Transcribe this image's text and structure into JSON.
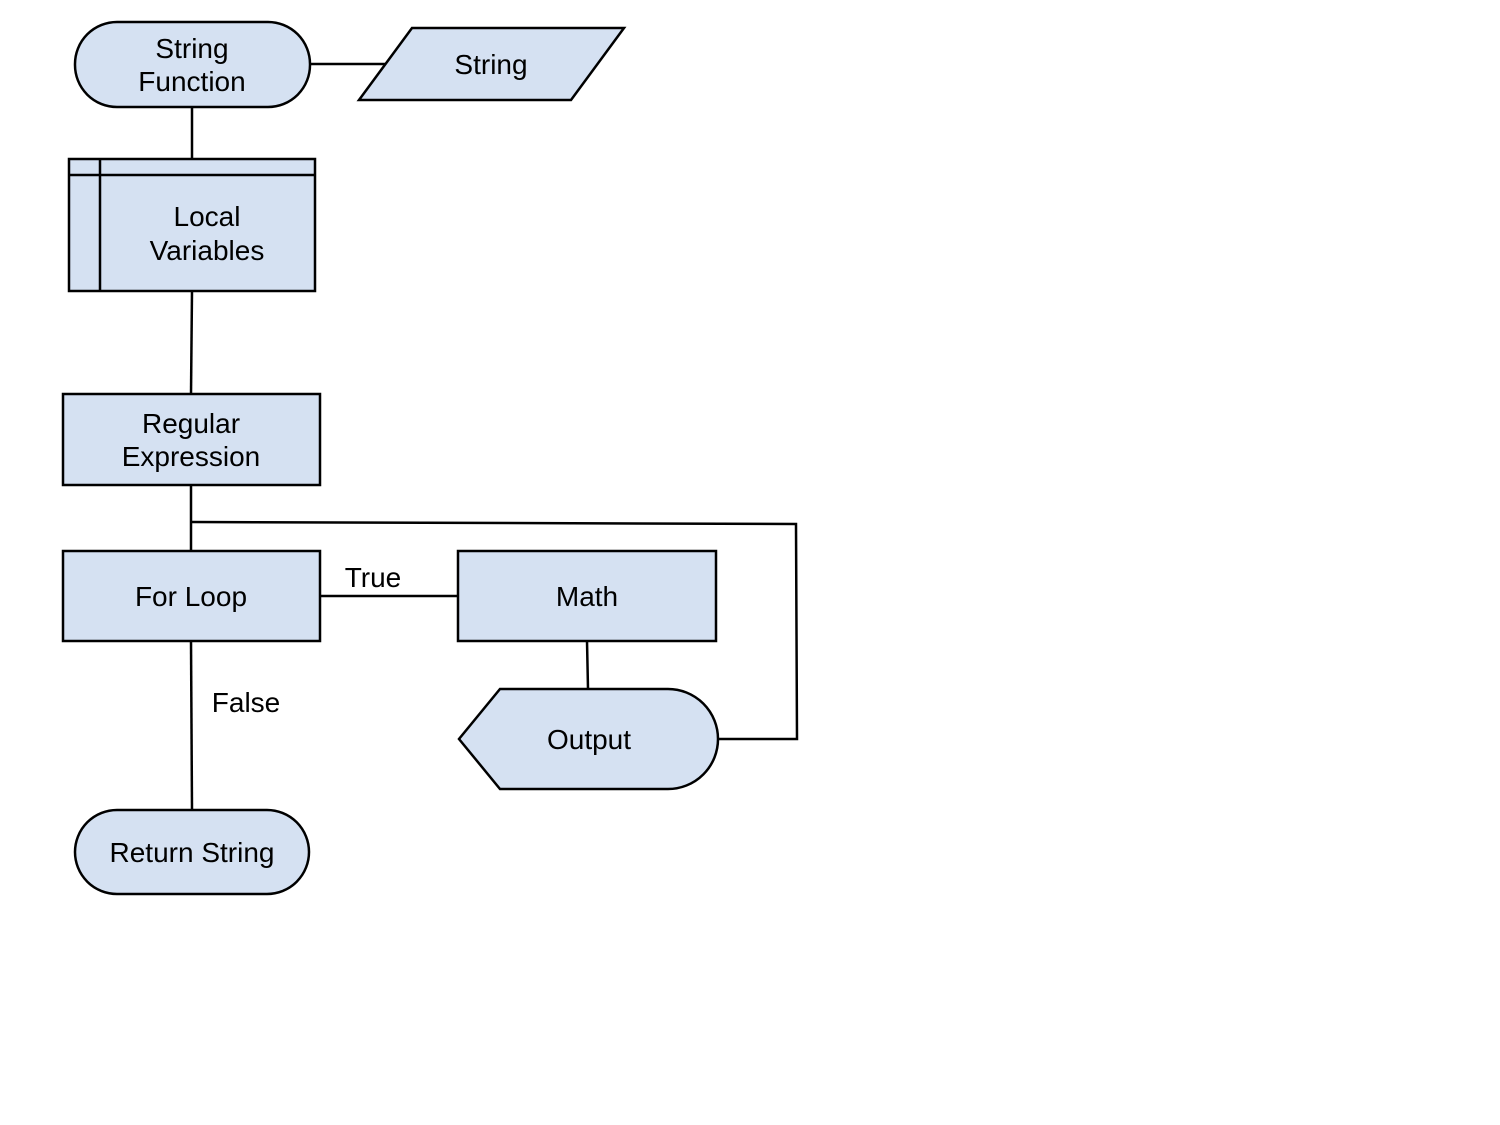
{
  "colors": {
    "shape_fill": "#d5e1f2",
    "stroke": "#000000",
    "background": "#ffffff"
  },
  "nodes": {
    "string_function": {
      "line1": "String",
      "line2": "Function"
    },
    "string_input": {
      "label": "String"
    },
    "local_variables": {
      "line1": "Local",
      "line2": "Variables"
    },
    "regular_expression": {
      "line1": "Regular",
      "line2": "Expression"
    },
    "for_loop": {
      "label": "For Loop"
    },
    "math": {
      "label": "Math"
    },
    "output": {
      "label": "Output"
    },
    "return_string": {
      "label": "Return String"
    }
  },
  "edges": {
    "true_label": "True",
    "false_label": "False"
  }
}
